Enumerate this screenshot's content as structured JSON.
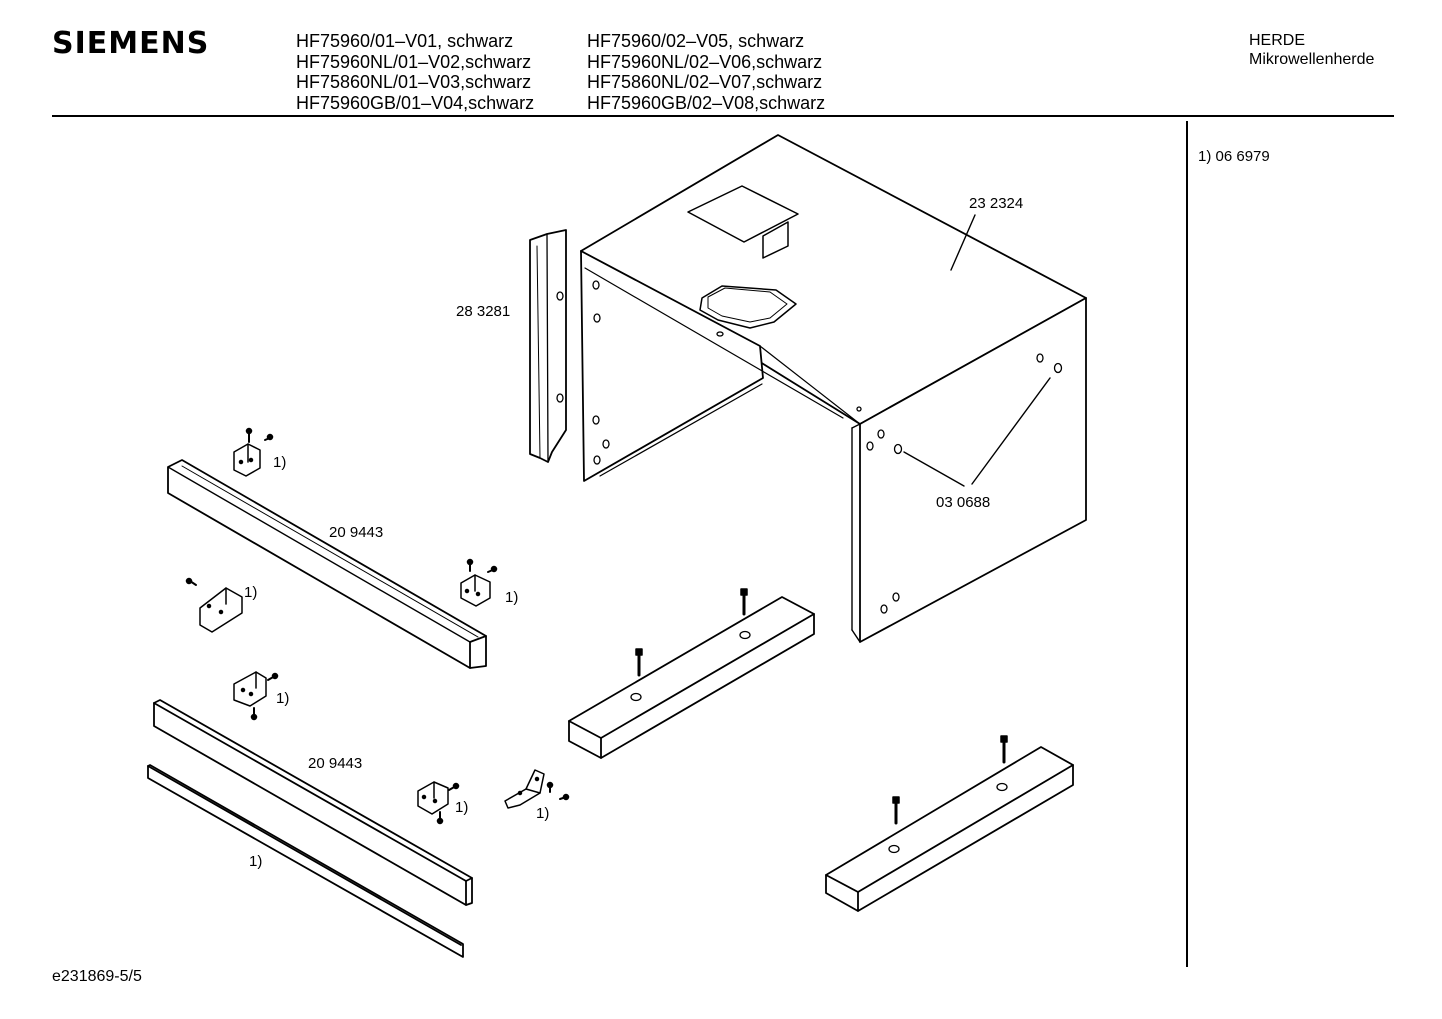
{
  "header": {
    "brand": "SIEMENS",
    "models_col1": [
      "HF75960/01–V01, schwarz",
      "HF75960NL/01–V02,schwarz",
      "HF75860NL/01–V03,schwarz",
      "HF75960GB/01–V04,schwarz"
    ],
    "models_col2": [
      "HF75960/02–V05, schwarz",
      "HF75960NL/02–V06,schwarz",
      "HF75860NL/02–V07,schwarz",
      "HF75960GB/02–V08,schwarz"
    ],
    "category": "HERDE",
    "subcategory": "Mikrowellenherde"
  },
  "notes": {
    "footnote": "1)  06 6979"
  },
  "parts": {
    "housing": "23 2324",
    "side_rail": "28 3281",
    "upper_trim": "20 9443",
    "lower_trim": "20 9443",
    "spacer": "03 0688",
    "ref_mark": "1)"
  },
  "footer": {
    "doc_id": "e231869-5/5"
  }
}
